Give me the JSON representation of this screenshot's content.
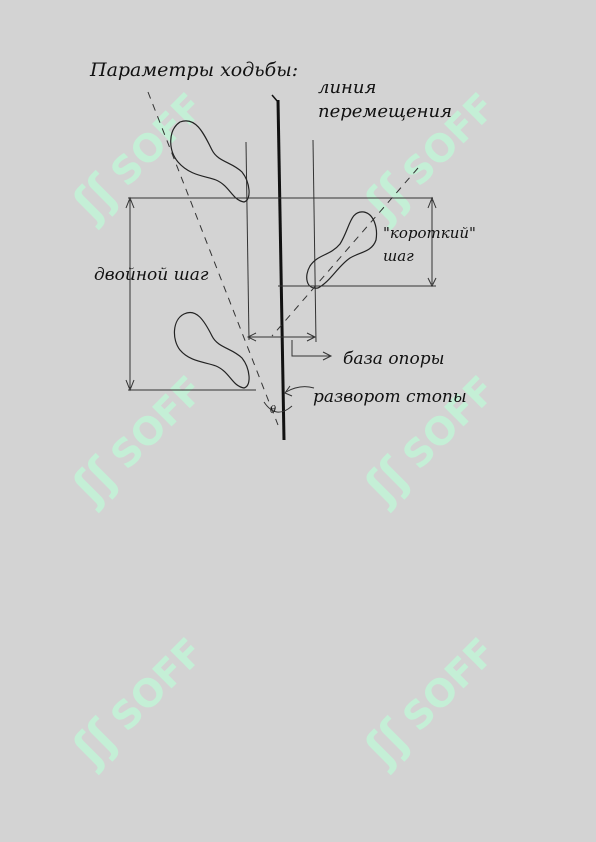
{
  "title": "Параметры ходьбы:",
  "labels": {
    "line_of_travel_1": "линия",
    "line_of_travel_2": "перемещения",
    "short_step_1": "\"короткий\"",
    "short_step_2": "шаг",
    "double_step": "двойной шаг",
    "base_of_support": "база опоры",
    "foot_angle": "разворот стопы",
    "theta": "θ"
  },
  "watermark": {
    "text": "SOFF",
    "logo_glyph": "ʃʃ"
  },
  "colors": {
    "background": "#d3d3d3",
    "ink": "#111111",
    "watermark": "#c4efd6"
  }
}
